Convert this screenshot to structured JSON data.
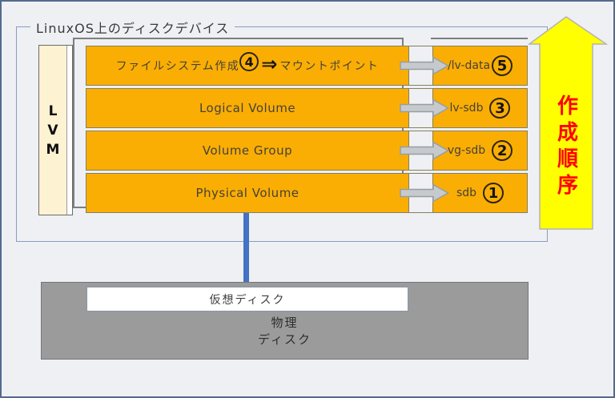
{
  "title": "LinuxOS上のディスクデバイス",
  "lvm": {
    "letters": [
      "L",
      "V",
      "M"
    ]
  },
  "rows": [
    {
      "left_prefix": "ファイルシステム作成",
      "left_badge": "4",
      "arrow_glyph": "⇒",
      "left_suffix": "マウントポイント",
      "right_label": "/lv-data",
      "right_badge": "5"
    },
    {
      "left": "Logical Volume",
      "right_label": "lv-sdb",
      "right_badge": "3"
    },
    {
      "left": "Volume Group",
      "right_label": "vg-sdb",
      "right_badge": "2"
    },
    {
      "left": "Physical Volume",
      "right_label": "sdb",
      "right_badge": "1"
    }
  ],
  "order_arrow": {
    "label": "作成順序"
  },
  "disk": {
    "virtual": "仮想ディスク",
    "physical_line1": "物理",
    "physical_line2": "ディスク"
  },
  "colors": {
    "orange": "#faae03",
    "beige": "#fdf2d2",
    "yellow": "#ffff00",
    "red": "#fe0000",
    "connector_blue": "#4472c4",
    "arrow_gray": "#c7cacd",
    "disk_gray": "#9b9b9b",
    "outer_border": "#54698c",
    "inner_border": "#8a9cbe"
  }
}
